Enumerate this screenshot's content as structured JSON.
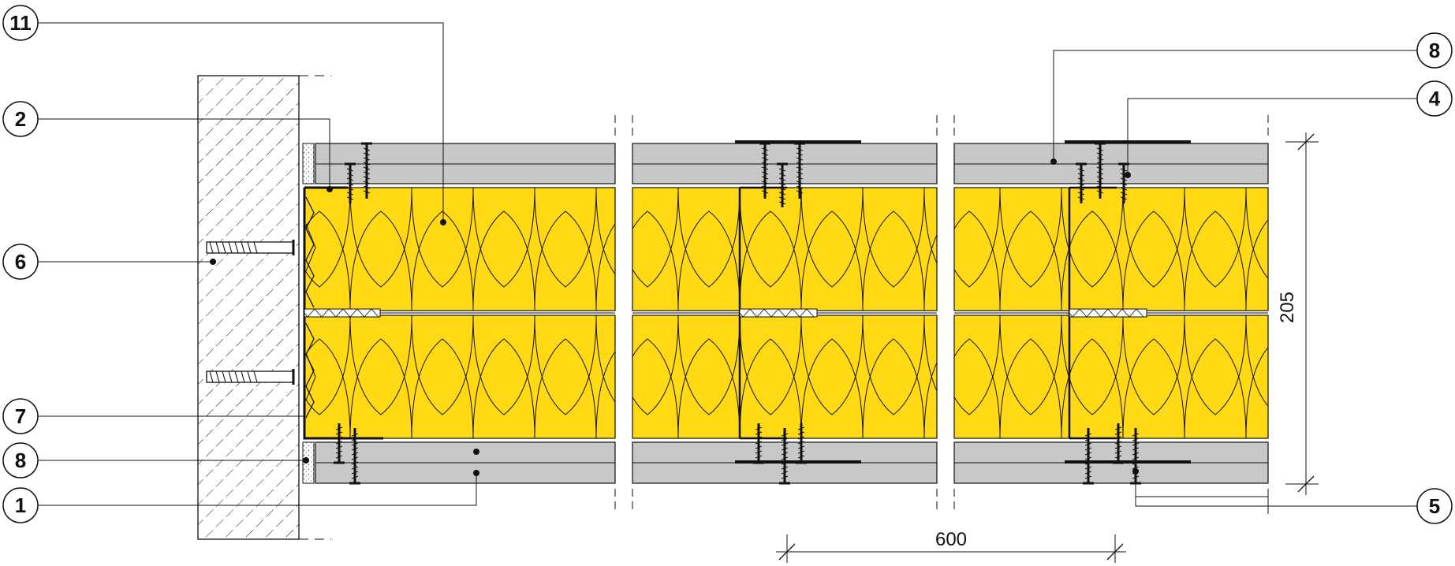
{
  "callouts": [
    {
      "number": "11"
    },
    {
      "number": "2"
    },
    {
      "number": "6"
    },
    {
      "number": "7"
    },
    {
      "number": "8"
    },
    {
      "number": "1"
    },
    {
      "number": "8"
    },
    {
      "number": "4"
    },
    {
      "number": "5"
    }
  ],
  "dimensions": {
    "horizontal": "600",
    "vertical": "205"
  },
  "colors": {
    "insulation": "#FFD914",
    "board": "#C8C8C8",
    "line": "#111111",
    "background": "#FFFFFF"
  }
}
